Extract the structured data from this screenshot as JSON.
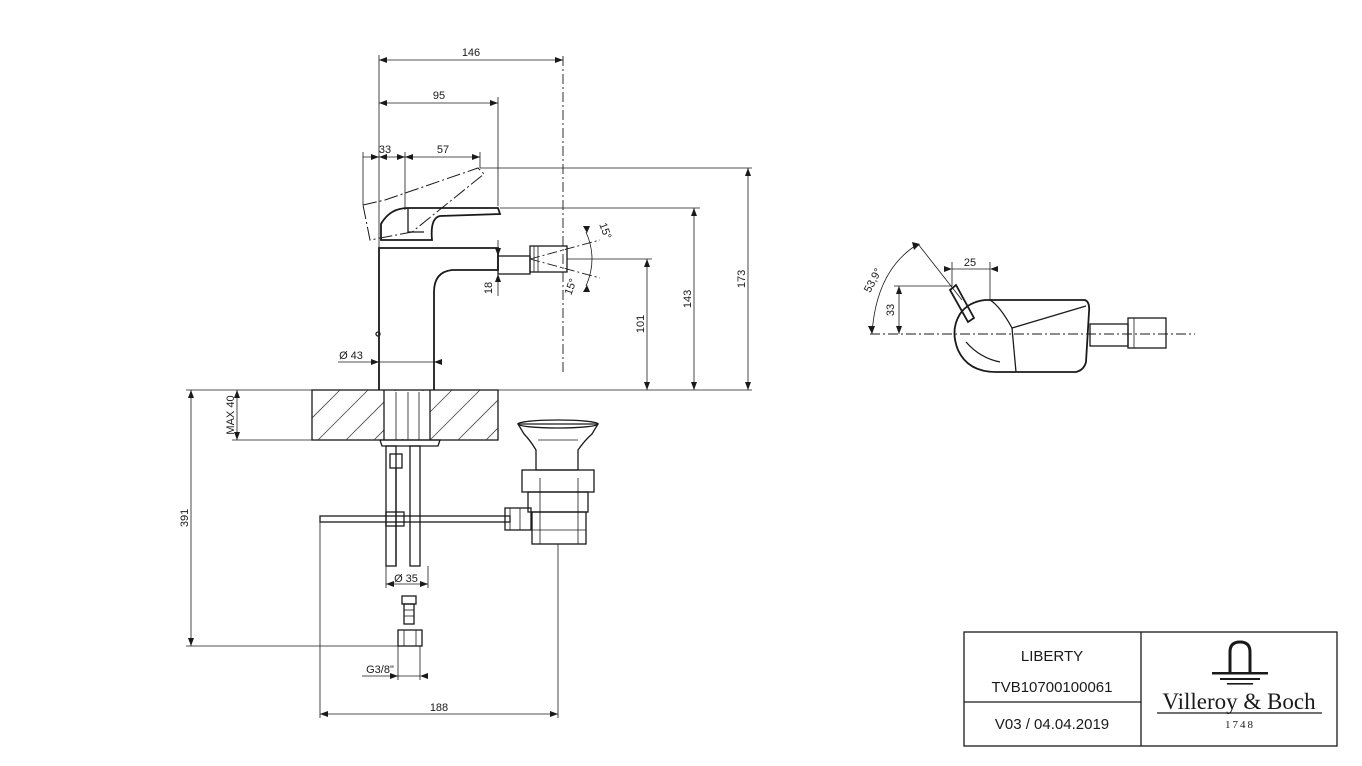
{
  "dimensions": {
    "d146": "146",
    "d95": "95",
    "d33_top": "33",
    "d57": "57",
    "d173": "173",
    "d143": "143",
    "d101": "101",
    "d18": "18",
    "d15_upper": "15°",
    "d15_lower": "15°",
    "dia43": "Ø 43",
    "max40": "MAX 40",
    "d391": "391",
    "dia35": "Ø 35",
    "g38": "G3/8\"",
    "d188": "188",
    "angle53": "53,9°",
    "d25": "25",
    "d33_side": "33"
  },
  "title_block": {
    "product_name": "LIBERTY",
    "article_number": "TVB10700100061",
    "version_date": "V03 / 04.04.2019",
    "brand": "Villeroy & Boch",
    "brand_year": "1748"
  },
  "colors": {
    "line": "#1a1a1a",
    "background": "#ffffff"
  }
}
